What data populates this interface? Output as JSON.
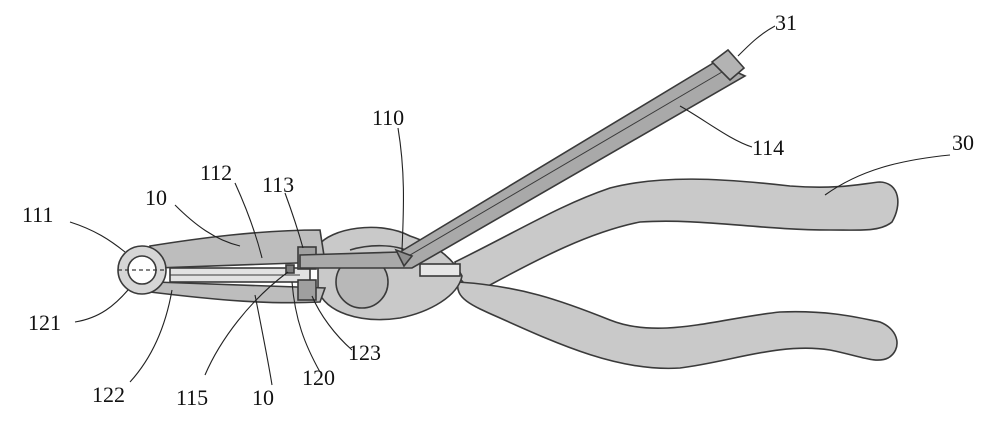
{
  "colors": {
    "handle_fill": "#c9c9c9",
    "jaw_fill": "#bdbdbd",
    "tool_fill": "#a9a9a9",
    "ring_fill": "#d6d6d6",
    "outline": "#3a3a3a"
  },
  "labels": {
    "l31": "31",
    "l110": "110",
    "l114": "114",
    "l30": "30",
    "l112": "112",
    "l113": "113",
    "l10_top": "10",
    "l111": "111",
    "l121": "121",
    "l122": "122",
    "l115": "115",
    "l10_bottom": "10",
    "l120": "120",
    "l123": "123"
  }
}
